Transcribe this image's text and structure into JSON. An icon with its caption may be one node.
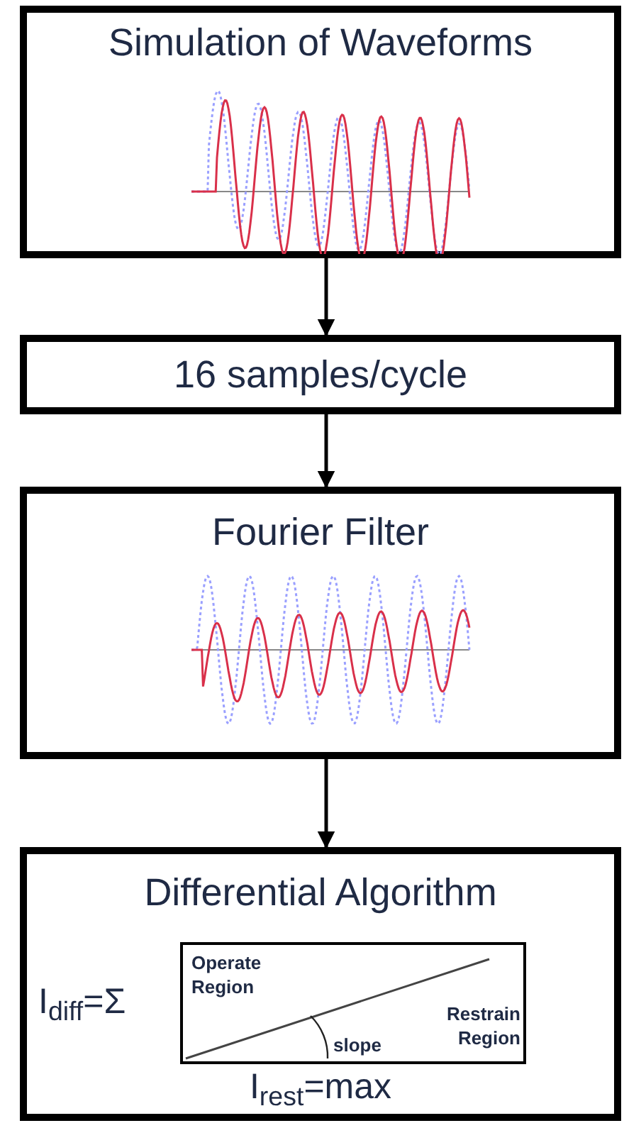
{
  "diagram": {
    "nodes": [
      {
        "text": [
          "Simulation of Waveforms"
        ]
      },
      {
        "text": [
          "16 samples/cycle"
        ]
      },
      {
        "text": [
          "Fourier Filter"
        ]
      },
      {
        "text": [
          "Differential Algorithm",
          "I$_{diff}$=Σ",
          "I$_{rest}$=max"
        ]
      },
      {
        "text": [
          "Operate Region",
          "Restrain Region",
          "slope"
        ],
        "in": 3
      }
    ],
    "edges": [
      {
        "from": 0,
        "to": 1,
        "arrow": "to"
      },
      {
        "from": 1,
        "to": 2,
        "arrow": "to"
      },
      {
        "from": 2,
        "to": 3,
        "arrow": "to"
      }
    ]
  }
}
